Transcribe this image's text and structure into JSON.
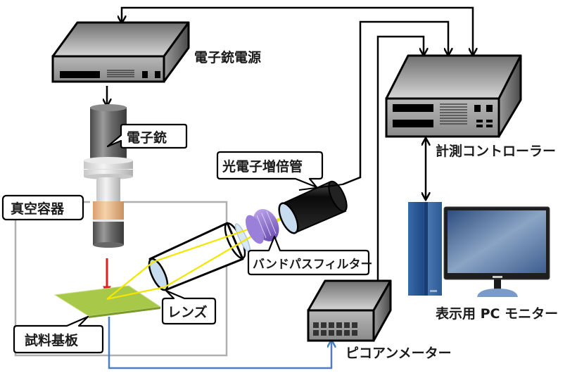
{
  "diagram": {
    "type": "experimental-setup-schematic",
    "labels": {
      "gun_power": "電子銃電源",
      "electron_gun": "電子銃",
      "vacuum_chamber": "真空容器",
      "sample_substrate": "試料基板",
      "lens": "レンズ",
      "pmt": "光電子増倍管",
      "bandpass_filter": "バンドパスフィルター",
      "controller": "計測コントローラー",
      "pc_monitor": "表示用 PC モニター",
      "picoammeter": "ピコアンメーター"
    },
    "connections": [
      {
        "from": "controller",
        "to": "gun_power",
        "style": "bidirectional",
        "color": "#000000"
      },
      {
        "from": "gun_power",
        "to": "electron_gun",
        "style": "arrow",
        "color": "#000000"
      },
      {
        "from": "pmt",
        "to": "controller",
        "style": "arrow",
        "color": "#000000"
      },
      {
        "from": "picoammeter",
        "to": "controller",
        "style": "arrow",
        "color": "#000000"
      },
      {
        "from": "controller",
        "to": "pc_monitor",
        "style": "bidirectional",
        "color": "#000000"
      },
      {
        "from": "sample_substrate",
        "to": "picoammeter",
        "style": "arrow",
        "color": "#4a7fc1"
      }
    ],
    "colors": {
      "electron_beam": "#e02020",
      "light_path": "#f2e600",
      "substrate": "#a8c84a",
      "chamber_outline": "#b0b0b0",
      "current_line": "#4a7fc1",
      "filter": "#8a6cc8",
      "pc_tower": "#3a6aa8"
    }
  }
}
